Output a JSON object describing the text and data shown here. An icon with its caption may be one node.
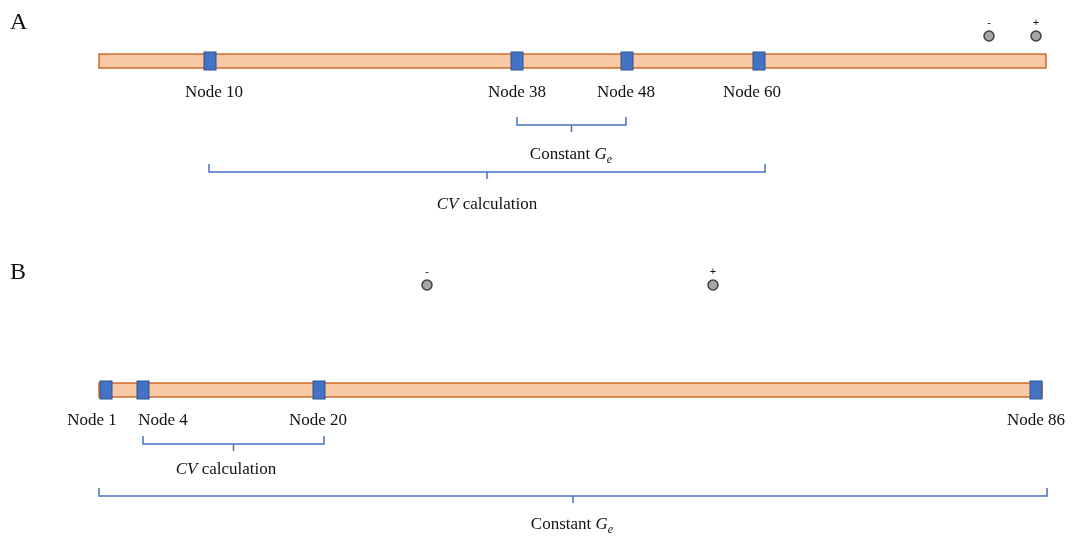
{
  "diagram": {
    "labels": [
      "A",
      "-",
      "+",
      "Node 10",
      "Node 38",
      "Node 48",
      "Node 60",
      "Constant *G*$_{e}$",
      "*CV* calculation",
      "B",
      "-",
      "+",
      "Node 1",
      "Node 4",
      "Node 20",
      "Node 86",
      "*CV* calculation",
      "Constant *G*$_{e}$"
    ]
  }
}
